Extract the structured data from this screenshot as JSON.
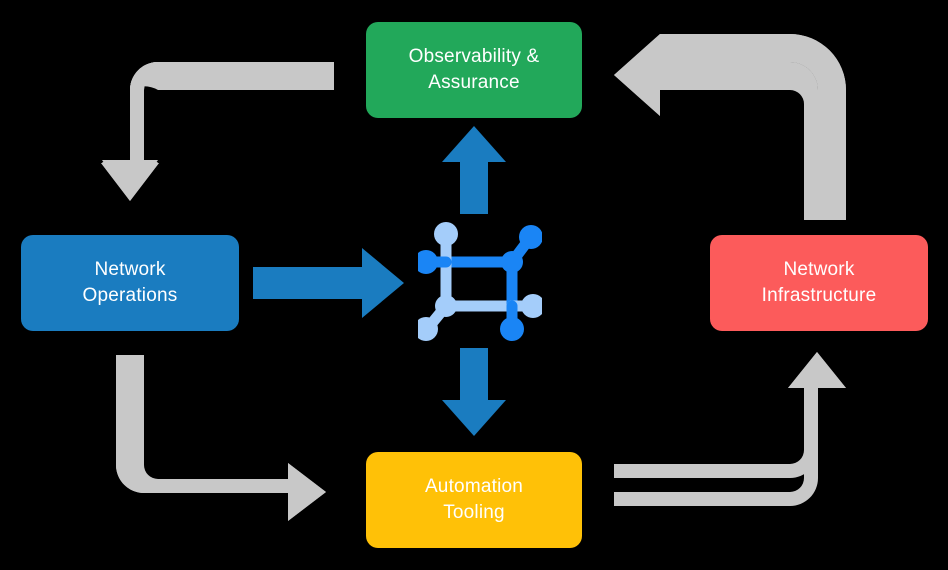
{
  "diagram": {
    "type": "cycle-diagram",
    "background_color": "#000000",
    "nodes": [
      {
        "id": "observability",
        "label": "Observability &\nAssurance",
        "color": "#22a85a",
        "text_color": "#ffffff",
        "position": "top"
      },
      {
        "id": "operations",
        "label": "Network\nOperations",
        "color": "#1a7cc0",
        "text_color": "#ffffff",
        "position": "left"
      },
      {
        "id": "infrastructure",
        "label": "Network\nInfrastructure",
        "color": "#fc5b5b",
        "text_color": "#ffffff",
        "position": "right"
      },
      {
        "id": "automation",
        "label": "Automation\nTooling",
        "color": "#ffc107",
        "text_color": "#ffffff",
        "position": "bottom"
      }
    ],
    "center": {
      "id": "network-topology",
      "icon_name": "network-topology-icon",
      "color_primary": "#1a85f5",
      "color_secondary": "#a4cdfa"
    },
    "blue_connectors": [
      {
        "id": "operations-to-center",
        "from": "operations",
        "to": "network-topology",
        "direction": "right",
        "color": "#1a7cc0"
      },
      {
        "id": "center-to-observability",
        "from": "network-topology",
        "to": "observability",
        "direction": "up",
        "color": "#1a7cc0"
      },
      {
        "id": "center-to-automation",
        "from": "network-topology",
        "to": "automation",
        "direction": "down",
        "color": "#1a7cc0"
      }
    ],
    "gray_connectors": [
      {
        "id": "observability-to-operations",
        "from": "observability",
        "to": "operations",
        "path": "left-then-down",
        "color": "#c8c8c8"
      },
      {
        "id": "operations-to-automation",
        "from": "operations",
        "to": "automation",
        "path": "down-then-right",
        "color": "#c8c8c8"
      },
      {
        "id": "automation-to-infrastructure",
        "from": "automation",
        "to": "infrastructure",
        "path": "right-then-up",
        "color": "#c8c8c8"
      },
      {
        "id": "infrastructure-to-observability",
        "from": "infrastructure",
        "to": "observability",
        "path": "up-then-left",
        "color": "#c8c8c8"
      }
    ]
  }
}
